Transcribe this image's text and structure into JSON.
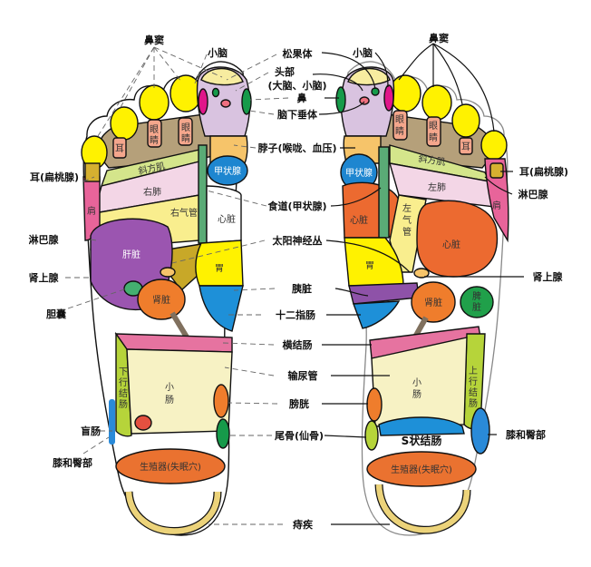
{
  "colors": {
    "toe_yellow": "#fff200",
    "toe_base_brown": "#b5a07a",
    "eye_pink": "#f4a68c",
    "head_lilac": "#d9c3e0",
    "brain_cream": "#f7eca0",
    "nose_green": "#169a4a",
    "magenta": "#e0168a",
    "neck_peach": "#f6c46a",
    "thyroid_blue": "#1e86d0",
    "trapezius_green": "#d4e58b",
    "lung_pink": "#f3d6e6",
    "bronchus_yellow": "#f9ee8e",
    "liver_purple": "#9b55b0",
    "kidney_orange": "#ef7d2c",
    "heart_orange": "#ec6a30",
    "shoulder_pink": "#e8649a",
    "ear_mustard": "#d6b030",
    "esophagus_green": "#5aab76",
    "stomach_yellow": "#fff000",
    "pancreas_purple": "#8e52a8",
    "duodenum_blue": "#1e90d8",
    "colon_pink": "#e673a0",
    "colon_lime": "#b6d43a",
    "intestine_cream": "#f7f2c4",
    "ureter_brown": "#80705e",
    "gonad_orange": "#ea7230",
    "hemorrhoid_tan": "#ecd37a",
    "spleen_green": "#20a04a",
    "knee_blue": "#2a8ad8",
    "solar_olive": "#c8a828"
  },
  "center_labels": [
    {
      "id": "pineal",
      "text": "松果体"
    },
    {
      "id": "head",
      "text": "头部"
    },
    {
      "id": "head_sub",
      "text": "(大脑、小脑)"
    },
    {
      "id": "nose",
      "text": "鼻"
    },
    {
      "id": "pituitary",
      "text": "脑下垂体"
    },
    {
      "id": "neck",
      "text": "脖子(喉咙、血压)"
    },
    {
      "id": "esophagus",
      "text": "食道(甲状腺)"
    },
    {
      "id": "solar_plexus",
      "text": "太阳神经丛"
    },
    {
      "id": "pancreas",
      "text": "胰脏"
    },
    {
      "id": "duodenum",
      "text": "十二指肠"
    },
    {
      "id": "transverse_colon",
      "text": "横结肠"
    },
    {
      "id": "ureter",
      "text": "输尿管"
    },
    {
      "id": "bladder",
      "text": "膀胱"
    },
    {
      "id": "coccyx",
      "text": "尾骨(仙骨)"
    },
    {
      "id": "hemorrhoids",
      "text": "痔疾"
    }
  ],
  "left_foot": {
    "outer_labels": {
      "sinus": "鼻窦",
      "cerebellum": "小脑",
      "ear_tonsil": "耳(扁桃腺)",
      "lymph": "淋巴腺",
      "adrenal": "肾上腺",
      "gallbladder": "胆囊",
      "cecum": "盲肠",
      "knee_hip": "膝和臀部"
    },
    "inner_labels": {
      "ear": "耳",
      "eye1_a": "眼",
      "eye1_b": "睛",
      "eye2_a": "眼",
      "eye2_b": "睛",
      "trapezius": "斜方肌",
      "thyroid": "甲状腺",
      "right_lung": "右肺",
      "right_bronchus": "右气管",
      "heart": "心脏",
      "shoulder": "肩",
      "liver": "肝脏",
      "stomach": "胃",
      "kidney": "肾脏",
      "descending_colon": [
        "下",
        "行",
        "结",
        "肠"
      ],
      "small_intestine_a": "小",
      "small_intestine_b": "肠",
      "genitals": "生殖器(失眠穴)"
    }
  },
  "right_foot": {
    "outer_labels": {
      "sinus": "鼻窦",
      "cerebellum": "小脑",
      "ear_tonsil": "耳(扁桃腺)",
      "lymph": "淋巴腺",
      "adrenal": "肾上腺",
      "knee_hip": "膝和臀部"
    },
    "inner_labels": {
      "ear": "耳",
      "eye1_a": "眼",
      "eye1_b": "睛",
      "eye2_a": "眼",
      "eye2_b": "睛",
      "trapezius": "斜方肌",
      "thyroid": "甲状腺",
      "left_lung": "左肺",
      "left_bronchus": [
        "左",
        "气",
        "管"
      ],
      "heart_small": "心脏",
      "heart_large": "心脏",
      "shoulder": "肩",
      "stomach": "胃",
      "kidney": "肾脏",
      "spleen_a": "脾",
      "spleen_b": "脏",
      "ascending_colon": [
        "上",
        "行",
        "结",
        "肠"
      ],
      "small_intestine_a": "小",
      "small_intestine_b": "肠",
      "sigmoid_colon": "S状结肠",
      "genitals": "生殖器(失眠穴)"
    }
  }
}
